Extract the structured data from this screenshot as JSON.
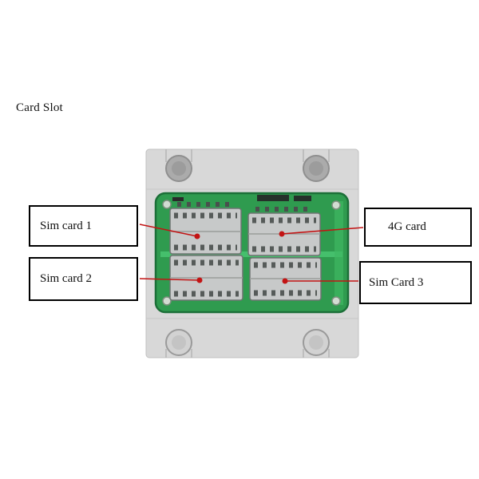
{
  "title": "Card Slot",
  "callouts": {
    "sim1": {
      "label": "Sim card 1"
    },
    "sim2": {
      "label": "Sim card 2"
    },
    "card4g": {
      "label": "4G card"
    },
    "sim3": {
      "label": "Sim Card 3"
    }
  },
  "colors": {
    "connector_line": "#c21414",
    "pcb_green": "#2f9b4f",
    "case_gray": "#d8d8d8"
  }
}
